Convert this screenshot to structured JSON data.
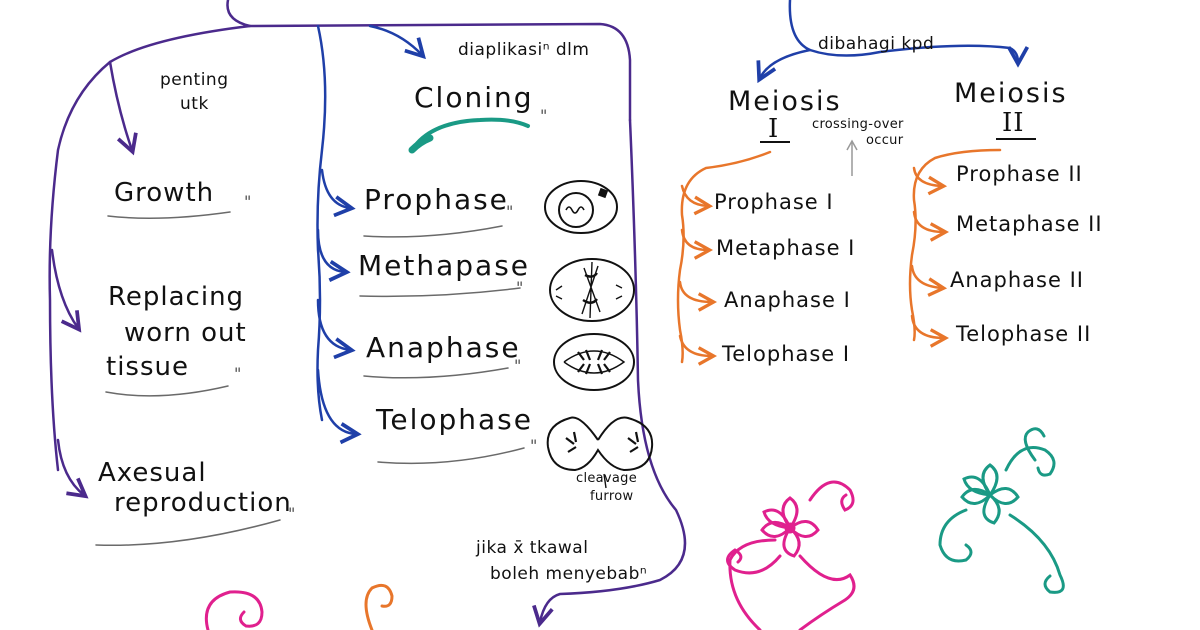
{
  "labels": {
    "penting": "penting",
    "utk": "utk",
    "diaplikasi": "diaplikasiⁿ dlm",
    "cloning": "Cloning",
    "dibahagi": "dibahagi kpd",
    "meiosis_1": "Meiosis",
    "numeral_1": "I",
    "meiosis_2": "Meiosis",
    "numeral_2": "II",
    "crossing_over": "crossing-over",
    "occur": "occur",
    "cleavage": "cleavage",
    "furrow": "furrow",
    "jika": "jika x̄ tkawal",
    "boleh": "boleh menyebabⁿ",
    "ditto_mark": "\""
  },
  "left_items": [
    {
      "lines": [
        "Growth"
      ]
    },
    {
      "lines": [
        "Replacing",
        "worn out",
        "tissue"
      ]
    },
    {
      "lines": [
        "Axesual",
        "reproduction"
      ]
    }
  ],
  "mitosis_phases": [
    "Prophase",
    "Methapase",
    "Anaphase",
    "Telophase"
  ],
  "meiosis1_phases": [
    "Prophase I",
    "Metaphase I",
    "Anaphase I",
    "Telophase I"
  ],
  "meiosis2_phases": [
    "Prophase II",
    "Metaphase II",
    "Anaphase II",
    "Telophase II"
  ],
  "colors": {
    "purple": "#4b2a8c",
    "blue": "#1f3fa8",
    "orange": "#e8762b",
    "teal": "#1a9a85",
    "magenta": "#e0208e",
    "ink": "#111111",
    "underline": "#6a6a6a"
  }
}
